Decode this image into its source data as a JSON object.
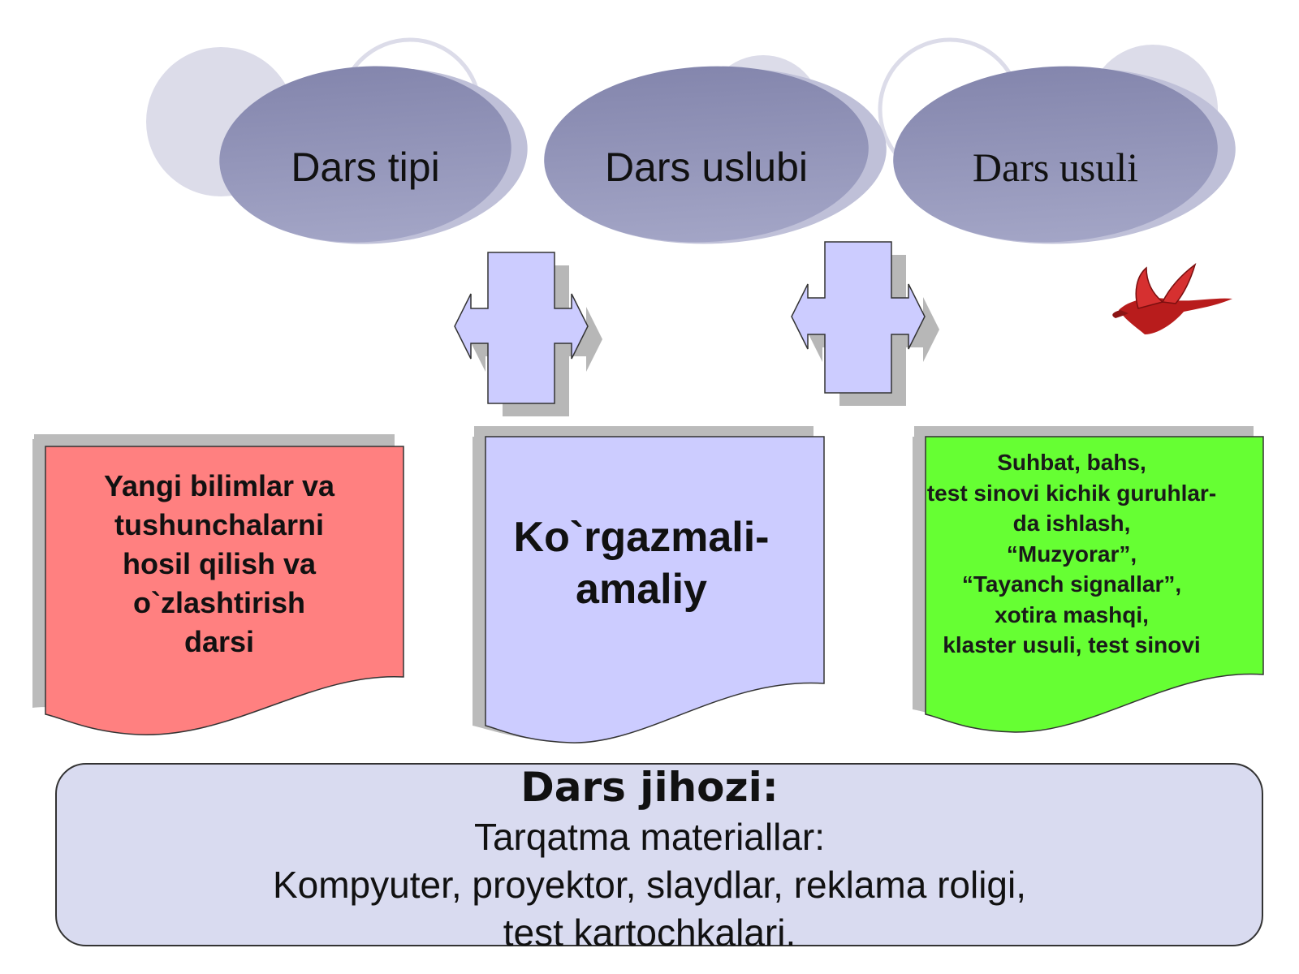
{
  "header": {
    "ovals": [
      {
        "label": "Dars tipi"
      },
      {
        "label": "Dars uslubi"
      },
      {
        "label": "Dars usuli"
      }
    ]
  },
  "documents": {
    "left": {
      "lines": [
        "Yangi bilimlar va",
        "tushunchalarni",
        "hosil qilish va",
        "o`zlashtirish",
        "darsi"
      ],
      "color": "#ff8080"
    },
    "middle": {
      "lines": [
        "Ko`rgazmali-",
        "amaliy"
      ],
      "color": "#ccccff"
    },
    "right": {
      "lines": [
        "Suhbat, bahs,",
        "test sinovi kichik guruhlar-",
        "da  ishlash,",
        "“Muzyorar”,",
        "“Tayanch signallar”,",
        "xotira mashqi,",
        "klaster usuli, test sinovi"
      ],
      "color": "#66ff33"
    }
  },
  "equipment": {
    "title": "Dars jihozi:",
    "lines": [
      "Tarqatma materiallar:",
      "Kompyuter, proyektor, slaydlar, reklama roligi,",
      "test kartochkalari."
    ]
  },
  "colors": {
    "oval_fill": "#9496b8",
    "bubble_fill": "#dcdce9",
    "arrow_fill": "#ccccff",
    "equipment_fill": "#d9dbf0"
  },
  "icons": {
    "arrows": "cross-arrow-icon",
    "decoration": "red-dragon-icon"
  }
}
